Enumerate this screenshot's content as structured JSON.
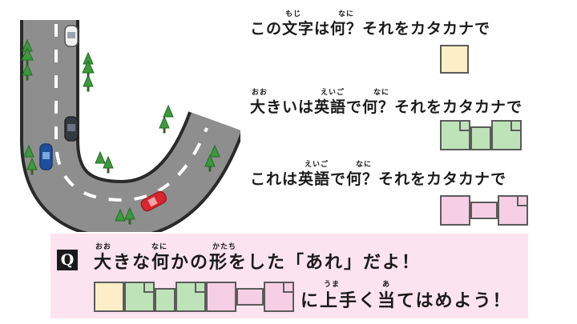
{
  "clues": [
    {
      "text": "この文字は何？それをカタカナで",
      "rubies": [
        {
          "text": "もじ"
        },
        {
          "text": "なに"
        }
      ],
      "answer_boxes": [
        {
          "color": "yellow"
        }
      ]
    },
    {
      "text": "大きいは英語で何？それをカタカナで",
      "rubies": [
        {
          "text": "おお"
        },
        {
          "text": "えいご"
        },
        {
          "text": "なに"
        }
      ],
      "answer_boxes": [
        {
          "color": "green"
        },
        {
          "color": "green"
        },
        {
          "color": "green"
        }
      ]
    },
    {
      "text": "これは英語で何？それをカタカナで",
      "rubies": [
        {
          "text": "えいご"
        },
        {
          "text": "なに"
        }
      ],
      "answer_boxes": [
        {
          "color": "pink"
        },
        {
          "color": "pink"
        },
        {
          "color": "pink"
        }
      ]
    }
  ],
  "question": {
    "badge": "Q",
    "line1": "大きな何かの形をした「あれ」だよ！",
    "line1_rubies": [
      {
        "text": "おお"
      },
      {
        "text": "なに"
      },
      {
        "text": "かたち"
      }
    ],
    "line2": "に上手く当てはめよう！",
    "line2_rubies": [
      {
        "text": "うま"
      },
      {
        "text": "あ"
      }
    ],
    "answer_boxes": [
      "yellow",
      "green",
      "green",
      "green",
      "pink",
      "pink",
      "pink"
    ]
  },
  "colors": {
    "yellow": "#fdeec7",
    "green": "#bfe3b9",
    "pink": "#f6cfe4",
    "panel": "#fbe3ef",
    "road": "#8e8e8e"
  }
}
